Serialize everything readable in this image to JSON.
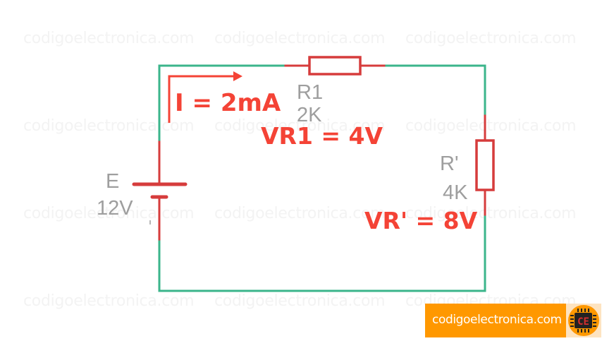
{
  "watermark": "codigoelectronica.com",
  "circuit": {
    "current_label": "I = 2mA",
    "source": {
      "name": "E",
      "value": "12V"
    },
    "r1": {
      "name": "R1",
      "value": "2K",
      "voltage_label": "VR1 = 4V"
    },
    "r_prime": {
      "name": "R'",
      "value": "4K",
      "voltage_label": "VR' = 8V"
    }
  },
  "colors": {
    "wire": "#3bb58b",
    "component": "#d63c3c",
    "annotation": "#f44336",
    "label": "#9e9e9e",
    "brand": "#ff9800"
  },
  "brand": {
    "text": "codigoelectronica.com",
    "logo_letters": "CE"
  }
}
